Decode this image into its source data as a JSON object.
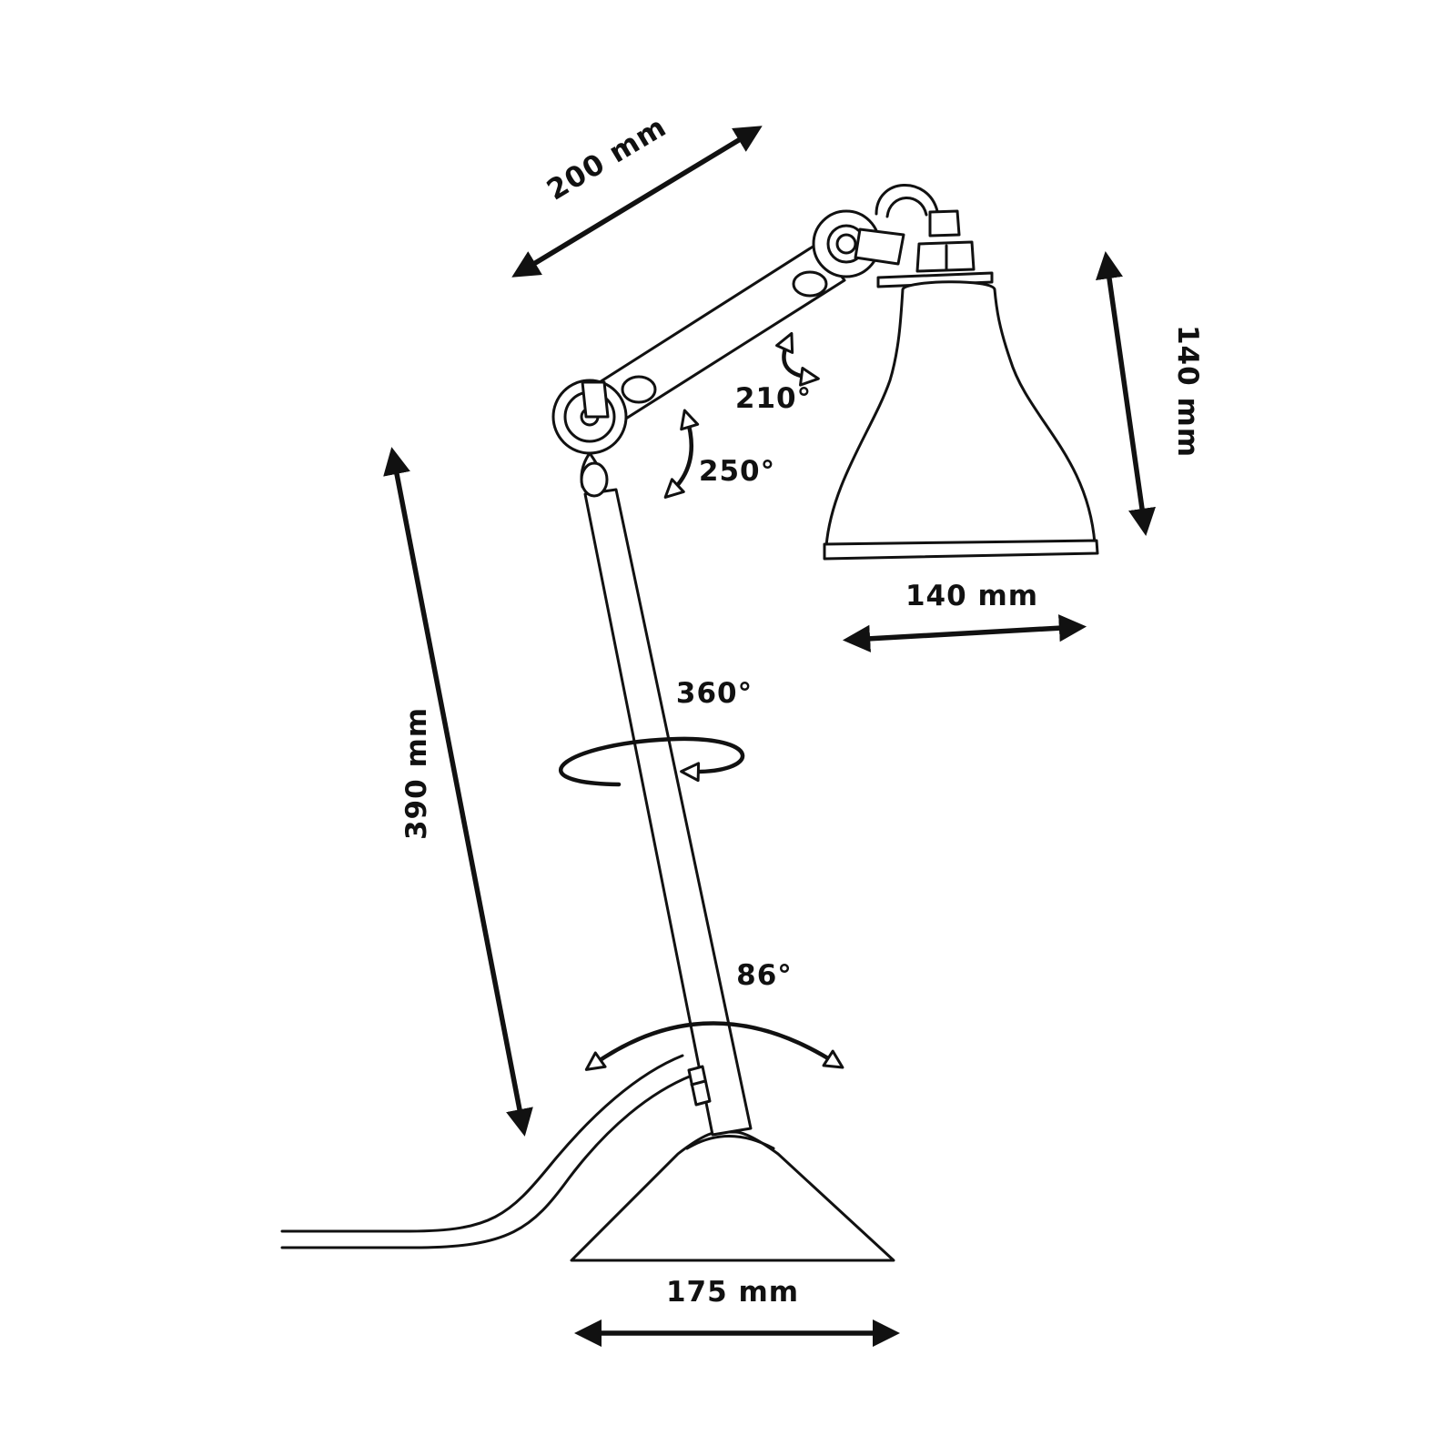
{
  "diagram": {
    "colors": {
      "stroke": "#111111",
      "background": "#ffffff"
    },
    "dimensions": {
      "arm_length": "200 mm",
      "shade_height": "140 mm",
      "shade_width": "140 mm",
      "stem_height": "390 mm",
      "base_width": "175 mm"
    },
    "rotations": {
      "shade_joint": "210°",
      "elbow_joint": "250°",
      "stem_swivel": "360°",
      "base_tilt": "86°"
    }
  }
}
